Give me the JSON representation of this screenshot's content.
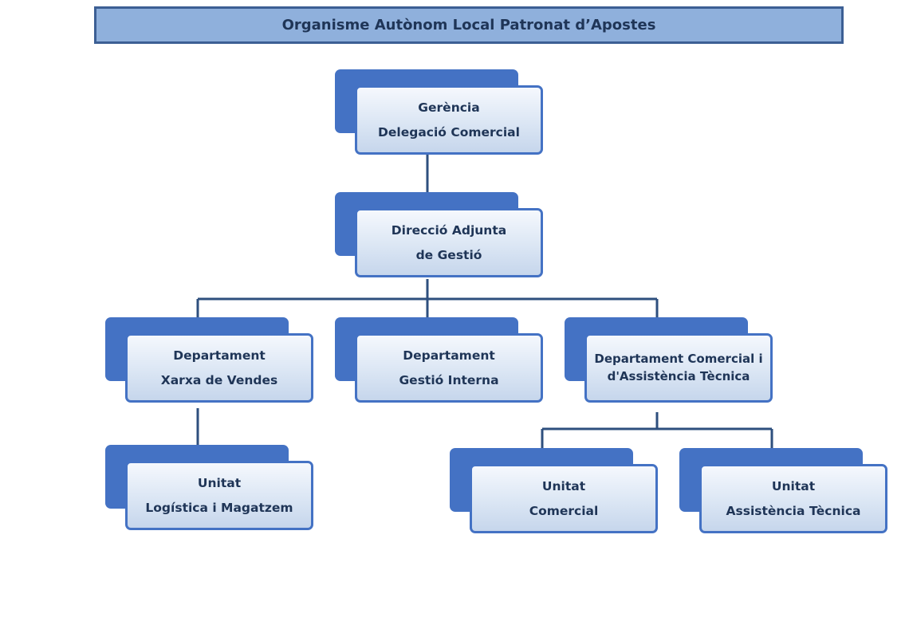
{
  "title": "Organisme Autònom Local Patronat d’Apostes",
  "nodes": {
    "gerencia": {
      "line1": "Gerència",
      "line2": "Delegació Comercial"
    },
    "direccio": {
      "line1": "Direcció Adjunta",
      "line2": "de Gestió"
    },
    "xarxa": {
      "line1": "Departament",
      "line2": "Xarxa de Vendes"
    },
    "gestio_interna": {
      "line1": "Departament",
      "line2": "Gestió Interna"
    },
    "comercial_assistencia": {
      "line1": "Departament Comercial i",
      "line2": "d'Assistència Tècnica"
    },
    "logistica": {
      "line1": "Unitat",
      "line2": "Logística i Magatzem"
    },
    "unitat_comercial": {
      "line1": "Unitat",
      "line2": "Comercial"
    },
    "unitat_assistencia": {
      "line1": "Unitat",
      "line2": "Assistència Tècnica"
    }
  },
  "colors": {
    "box_back": "#4472c4",
    "box_border": "#4472c4",
    "title_fill": "#8fb0dc",
    "title_border": "#3c5f94",
    "text": "#1f3557",
    "connector": "#2e4f7e"
  }
}
